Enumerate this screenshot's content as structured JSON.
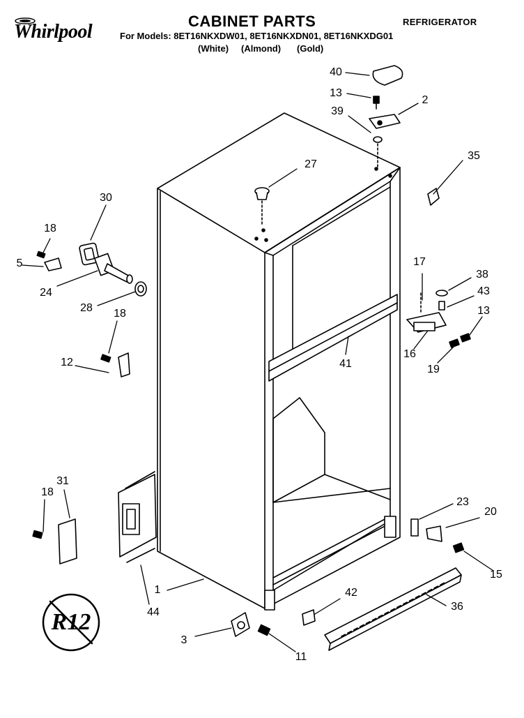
{
  "header": {
    "brand": "Whirlpool",
    "title": "CABINET PARTS",
    "category": "REFRIGERATOR",
    "models_line": "For Models: 8ET16NKXDW01, 8ET16NKXDN01, 8ET16NKXDG01",
    "colors": [
      "(White)",
      "(Almond)",
      "(Gold)"
    ]
  },
  "callouts": [
    {
      "id": "40",
      "label": "40"
    },
    {
      "id": "13a",
      "label": "13"
    },
    {
      "id": "2",
      "label": "2"
    },
    {
      "id": "39",
      "label": "39"
    },
    {
      "id": "35",
      "label": "35"
    },
    {
      "id": "27",
      "label": "27"
    },
    {
      "id": "30",
      "label": "30"
    },
    {
      "id": "18a",
      "label": "18"
    },
    {
      "id": "5",
      "label": "5"
    },
    {
      "id": "24",
      "label": "24"
    },
    {
      "id": "28",
      "label": "28"
    },
    {
      "id": "18b",
      "label": "18"
    },
    {
      "id": "12",
      "label": "12"
    },
    {
      "id": "17",
      "label": "17"
    },
    {
      "id": "38",
      "label": "38"
    },
    {
      "id": "43",
      "label": "43"
    },
    {
      "id": "13b",
      "label": "13"
    },
    {
      "id": "16",
      "label": "16"
    },
    {
      "id": "19",
      "label": "19"
    },
    {
      "id": "41",
      "label": "41"
    },
    {
      "id": "18c",
      "label": "18"
    },
    {
      "id": "31",
      "label": "31"
    },
    {
      "id": "23",
      "label": "23"
    },
    {
      "id": "20",
      "label": "20"
    },
    {
      "id": "15",
      "label": "15"
    },
    {
      "id": "1",
      "label": "1"
    },
    {
      "id": "44",
      "label": "44"
    },
    {
      "id": "42",
      "label": "42"
    },
    {
      "id": "36",
      "label": "36"
    },
    {
      "id": "3",
      "label": "3"
    },
    {
      "id": "11",
      "label": "11"
    }
  ],
  "stamp": {
    "text": "R12"
  }
}
